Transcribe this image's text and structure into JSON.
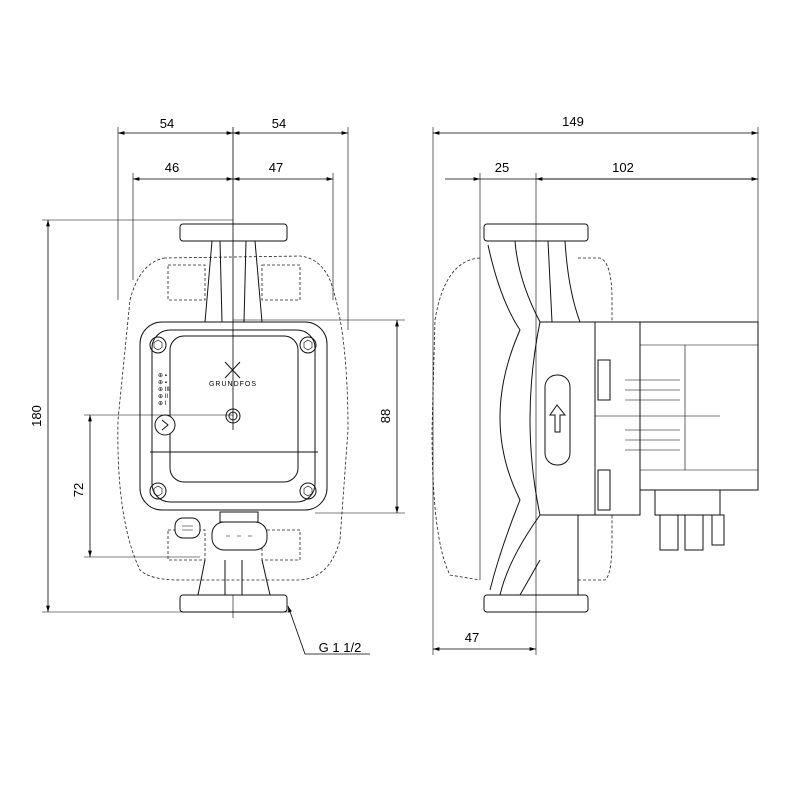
{
  "front_view": {
    "dims": {
      "top_left_outer": "54",
      "top_right_outer": "54",
      "top_left_inner": "46",
      "top_right_inner": "47",
      "height_total": "180",
      "height_axis": "72",
      "height_control_box": "88",
      "thread": "G 1 1/2"
    },
    "logo_text": "GRUNDFOS"
  },
  "side_view": {
    "dims": {
      "total_length": "149",
      "flange_offset": "25",
      "motor_length": "102",
      "flange_to_back": "47"
    }
  }
}
